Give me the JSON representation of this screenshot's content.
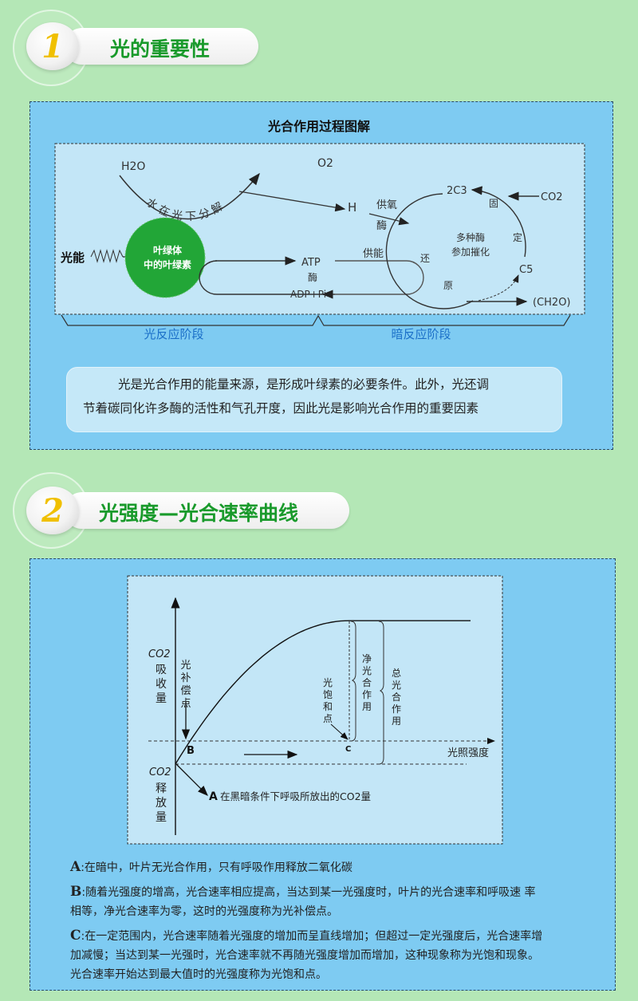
{
  "section1": {
    "number": "1",
    "title": "光的重要性"
  },
  "diagram": {
    "title": "光合作用过程图解",
    "h2o": "H2O",
    "o2": "O2",
    "h": "H",
    "water_split": "水 在 光 下 分 解",
    "oxygen_supply": "供氧",
    "enzyme1": "酶",
    "light_energy": "光能",
    "chloroplast_line1": "叶绿体",
    "chloroplast_line2": "中的叶绿素",
    "atp": "ATP",
    "enzyme2": "酶",
    "adp": "ADP+Pi",
    "energy_supply": "供能",
    "c3": "2C3",
    "co2": "CO2",
    "fix1": "固",
    "fix2": "定",
    "c5": "C5",
    "ch2o": "(CH2O)",
    "reduce1": "还",
    "reduce2": "原",
    "catalysis_line1": "多种酶",
    "catalysis_line2": "参加摧化",
    "light_stage": "光反应阶段",
    "dark_stage": "暗反应阶段",
    "colors": {
      "chlorophyll": "#22a637",
      "stage_label": "#1b6fc8"
    }
  },
  "note1": {
    "line1": "光是光合作用的能量来源，是形成叶绿素的必要条件。此外，光还调",
    "line2": "节着碳同化许多酶的活性和气孔开度，因此光是影响光合作用的重要因素"
  },
  "section2": {
    "number": "2",
    "title": "光强度—光合速率曲线"
  },
  "chart": {
    "y_top_label1": "CO2",
    "y_top_label2": "吸",
    "y_top_label3": "收",
    "y_top_label4": "量",
    "y_bottom_label1": "CO2",
    "y_bottom_label2": "释",
    "y_bottom_label3": "放",
    "y_bottom_label4": "量",
    "x_label": "光照强度",
    "compensation": [
      "光",
      "补",
      "偿",
      "点"
    ],
    "saturation": [
      "光",
      "饱",
      "和",
      "点"
    ],
    "net": [
      "净",
      "光",
      "合",
      "作",
      "用"
    ],
    "total": [
      "总",
      "光",
      "合",
      "作",
      "用"
    ],
    "point_b": "B",
    "point_c": "C",
    "point_a": "A",
    "a_note": "在黑暗条件下呼吸所放出的CO2量"
  },
  "chart_data": {
    "type": "line",
    "title": "光强度—光合速率曲线",
    "xlabel": "光照强度",
    "ylabel": "CO2吸收量 / CO2释放量",
    "points": [
      {
        "label": "A",
        "x": 0,
        "y": -1
      },
      {
        "label": "B",
        "x": 0.06,
        "y": 0
      },
      {
        "label": "C",
        "x": 1,
        "y": 5.2
      }
    ]
  },
  "notes": {
    "a_letter": "A",
    "a_text": ":在暗中，叶片无光合作用，只有呼吸作用释放二氧化碳",
    "b_letter": "B",
    "b_text1": ":随着光强度的增高，光合速率相应提高，当达到某一光强度时，叶片的光合速率和呼吸速  率",
    "b_text2": "相等，净光合速率为零，这时的光强度称为光补偿点。",
    "c_letter": "C",
    "c_text1": ":在一定范围内，光合速率随着光强度的增加而呈直线增加；但超过一定光强度后，光合速率增",
    "c_text2": "加减慢；当达到某一光强时，光合速率就不再随光强度增加而增加，这种现象称为光饱和现象。",
    "c_text3": "光合速率开始达到最大值时的光强度称为光饱和点。"
  }
}
